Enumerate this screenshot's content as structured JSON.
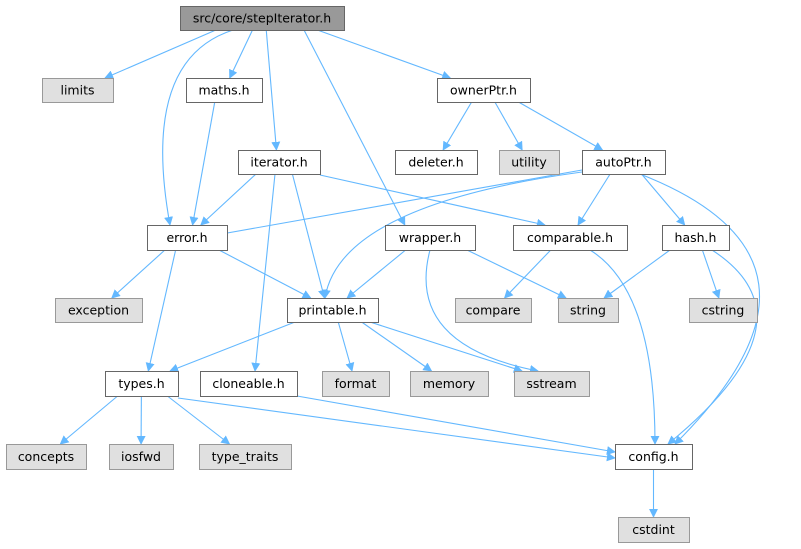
{
  "graph": {
    "title": "src/core/stepIterator.h",
    "colors": {
      "edge": "#63b8ff",
      "root_fill": "#999999",
      "system_fill": "#e0e0e0",
      "local_fill": "#ffffff"
    },
    "nodes": {
      "stepIterator": {
        "label": "src/core/stepIterator.h",
        "kind": "root"
      },
      "limits": {
        "label": "limits",
        "kind": "sys"
      },
      "maths": {
        "label": "maths.h",
        "kind": "local"
      },
      "ownerPtr": {
        "label": "ownerPtr.h",
        "kind": "local"
      },
      "deleter": {
        "label": "deleter.h",
        "kind": "local"
      },
      "utility": {
        "label": "utility",
        "kind": "sys"
      },
      "autoPtr": {
        "label": "autoPtr.h",
        "kind": "local"
      },
      "iterator": {
        "label": "iterator.h",
        "kind": "local"
      },
      "error": {
        "label": "error.h",
        "kind": "local"
      },
      "wrapper": {
        "label": "wrapper.h",
        "kind": "local"
      },
      "comparable": {
        "label": "comparable.h",
        "kind": "local"
      },
      "hash": {
        "label": "hash.h",
        "kind": "local"
      },
      "exception": {
        "label": "exception",
        "kind": "sys"
      },
      "printable": {
        "label": "printable.h",
        "kind": "local"
      },
      "compare": {
        "label": "compare",
        "kind": "sys"
      },
      "string": {
        "label": "string",
        "kind": "sys"
      },
      "cstring": {
        "label": "cstring",
        "kind": "sys"
      },
      "types": {
        "label": "types.h",
        "kind": "local"
      },
      "cloneable": {
        "label": "cloneable.h",
        "kind": "local"
      },
      "format": {
        "label": "format",
        "kind": "sys"
      },
      "memory": {
        "label": "memory",
        "kind": "sys"
      },
      "sstream": {
        "label": "sstream",
        "kind": "sys"
      },
      "concepts": {
        "label": "concepts",
        "kind": "sys"
      },
      "iosfwd": {
        "label": "iosfwd",
        "kind": "sys"
      },
      "type_traits": {
        "label": "type_traits",
        "kind": "sys"
      },
      "config": {
        "label": "config.h",
        "kind": "local"
      },
      "cstdint": {
        "label": "cstdint",
        "kind": "sys"
      }
    },
    "edges": [
      [
        "stepIterator",
        "limits"
      ],
      [
        "stepIterator",
        "maths"
      ],
      [
        "stepIterator",
        "ownerPtr"
      ],
      [
        "stepIterator",
        "iterator"
      ],
      [
        "stepIterator",
        "wrapper"
      ],
      [
        "stepIterator",
        "error"
      ],
      [
        "maths",
        "error"
      ],
      [
        "ownerPtr",
        "deleter"
      ],
      [
        "ownerPtr",
        "utility"
      ],
      [
        "ownerPtr",
        "autoPtr"
      ],
      [
        "iterator",
        "error"
      ],
      [
        "iterator",
        "comparable"
      ],
      [
        "iterator",
        "printable"
      ],
      [
        "iterator",
        "cloneable"
      ],
      [
        "autoPtr",
        "error"
      ],
      [
        "autoPtr",
        "printable"
      ],
      [
        "autoPtr",
        "comparable"
      ],
      [
        "autoPtr",
        "hash"
      ],
      [
        "autoPtr",
        "config"
      ],
      [
        "error",
        "exception"
      ],
      [
        "error",
        "printable"
      ],
      [
        "error",
        "types"
      ],
      [
        "wrapper",
        "printable"
      ],
      [
        "wrapper",
        "string"
      ],
      [
        "wrapper",
        "sstream"
      ],
      [
        "comparable",
        "compare"
      ],
      [
        "comparable",
        "config"
      ],
      [
        "hash",
        "string"
      ],
      [
        "hash",
        "cstring"
      ],
      [
        "hash",
        "config"
      ],
      [
        "printable",
        "types"
      ],
      [
        "printable",
        "format"
      ],
      [
        "printable",
        "memory"
      ],
      [
        "printable",
        "sstream"
      ],
      [
        "types",
        "concepts"
      ],
      [
        "types",
        "iosfwd"
      ],
      [
        "types",
        "type_traits"
      ],
      [
        "types",
        "config"
      ],
      [
        "cloneable",
        "config"
      ],
      [
        "config",
        "cstdint"
      ]
    ]
  }
}
